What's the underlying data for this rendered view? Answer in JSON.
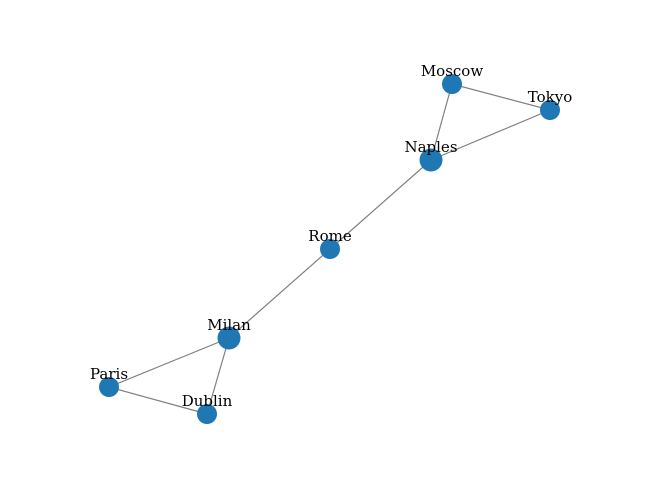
{
  "graph": {
    "node_color": "#1f77b4",
    "edge_color": "#808080",
    "nodes": [
      {
        "id": "Moscow",
        "label": "Moscow",
        "degree": 2
      },
      {
        "id": "Tokyo",
        "label": "Tokyo",
        "degree": 2
      },
      {
        "id": "Naples",
        "label": "Naples",
        "degree": 3
      },
      {
        "id": "Rome",
        "label": "Rome",
        "degree": 2
      },
      {
        "id": "Milan",
        "label": "Milan",
        "degree": 3
      },
      {
        "id": "Paris",
        "label": "Paris",
        "degree": 2
      },
      {
        "id": "Dublin",
        "label": "Dublin",
        "degree": 2
      }
    ],
    "edges": [
      {
        "source": "Moscow",
        "target": "Tokyo"
      },
      {
        "source": "Moscow",
        "target": "Naples"
      },
      {
        "source": "Tokyo",
        "target": "Naples"
      },
      {
        "source": "Naples",
        "target": "Rome"
      },
      {
        "source": "Rome",
        "target": "Milan"
      },
      {
        "source": "Milan",
        "target": "Paris"
      },
      {
        "source": "Milan",
        "target": "Dublin"
      },
      {
        "source": "Paris",
        "target": "Dublin"
      }
    ]
  }
}
